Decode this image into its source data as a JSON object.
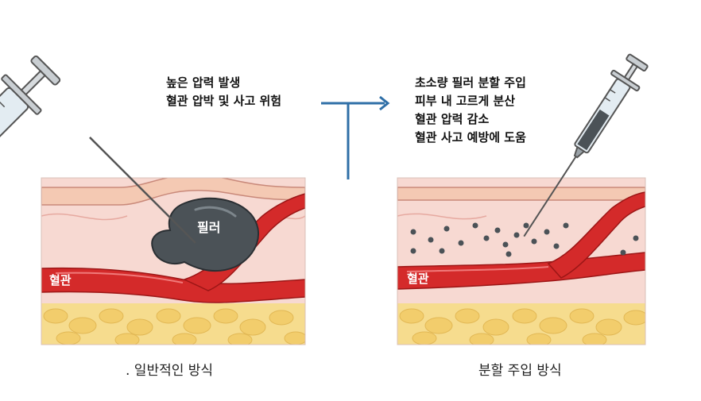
{
  "left_panel": {
    "notes": [
      "높은 압력 발생",
      "혈관 압박 및 사고 위험"
    ],
    "filler_label": "필러",
    "vessel_label": "혈관",
    "caption": ". 일반적인 방식"
  },
  "right_panel": {
    "notes": [
      "초소량 필러 분할 주입",
      "피부 내 고르게 분산",
      "혈관 압력 감소",
      "혈관 사고 예방에 도움"
    ],
    "vessel_label": "혈관",
    "caption": "분할 주입 방식"
  },
  "colors": {
    "skin_top": "#f4c9b3",
    "dermis": "#f7d9d2",
    "vessel": "#d42a2a",
    "fat": "#f6dc8e",
    "filler": "#4b5257",
    "arrow": "#2f6fa7"
  }
}
